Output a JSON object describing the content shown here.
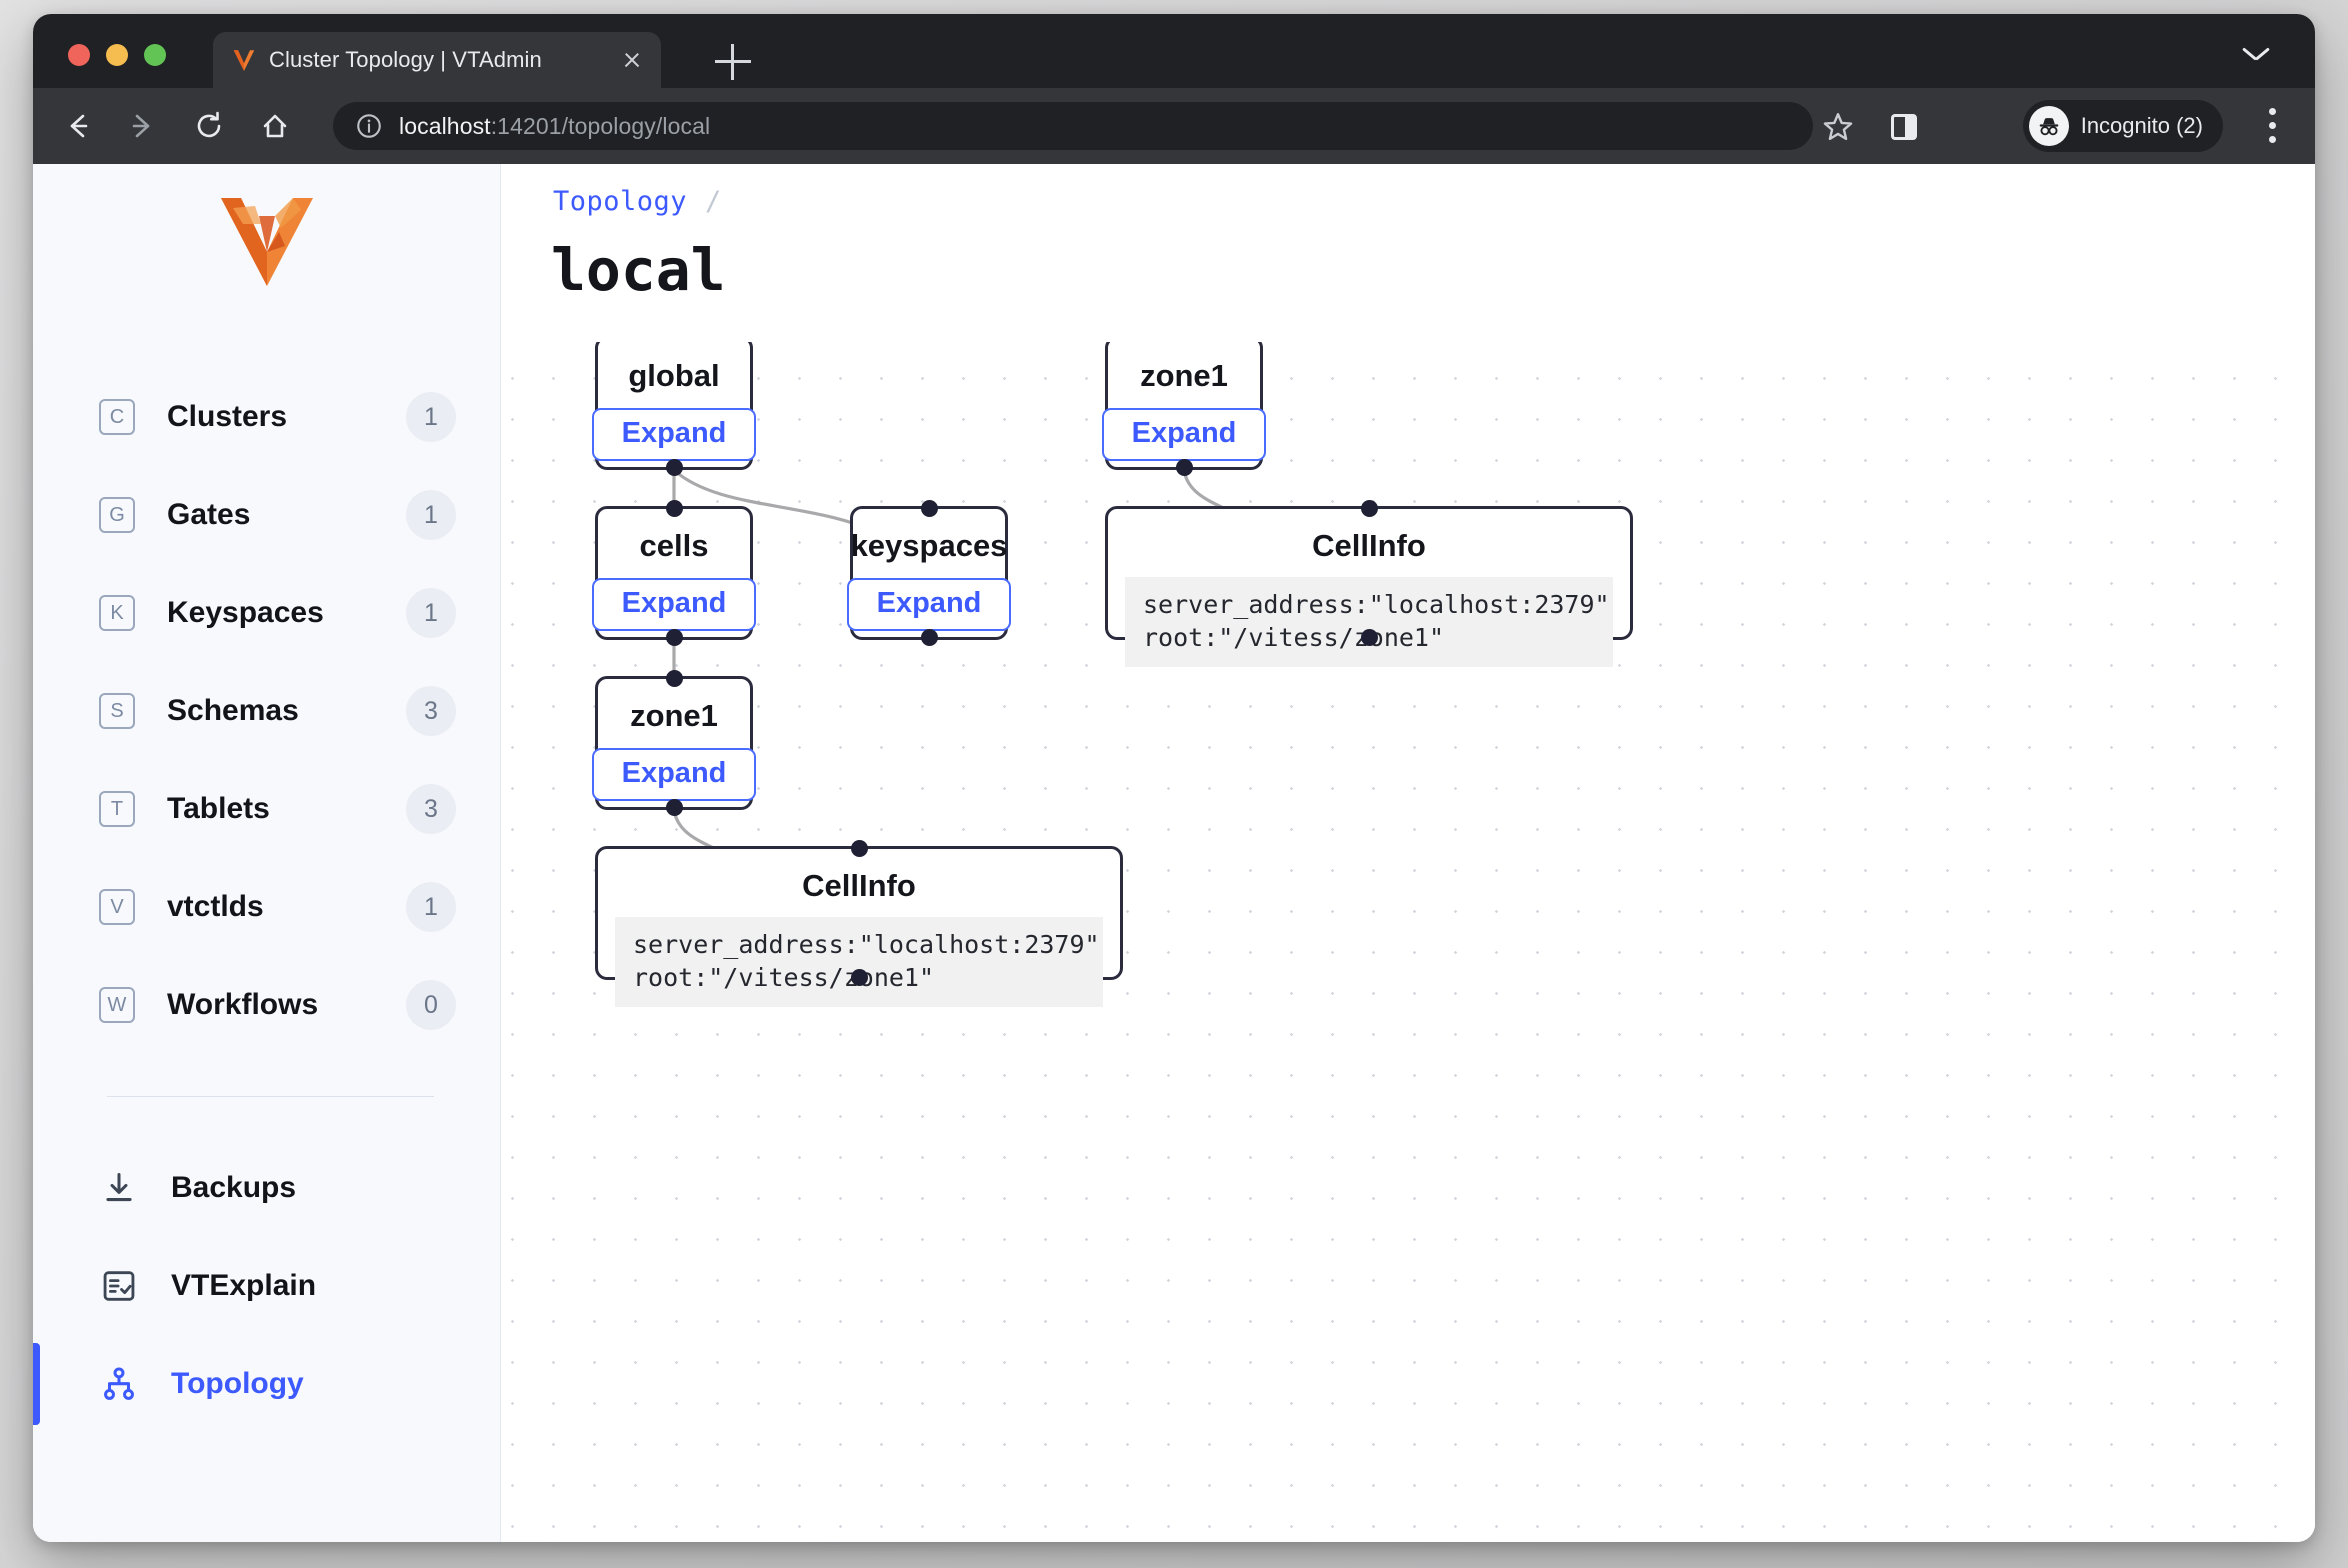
{
  "browser": {
    "tab": {
      "title": "Cluster Topology | VTAdmin",
      "favicon_icon": "vitess-v-logo-icon",
      "close_icon": "close-icon"
    },
    "new_tab_icon": "plus-icon",
    "tab_list_icon": "chevron-down-icon",
    "nav": {
      "back_icon": "arrow-left-icon",
      "forward_icon": "arrow-right-icon",
      "reload_icon": "reload-icon",
      "home_icon": "home-icon"
    },
    "omnibox": {
      "info_icon": "info-circle-icon",
      "url_host": "localhost",
      "url_path": ":14201/topology/local",
      "full_url": "localhost:14201/topology/local"
    },
    "bookmark_icon": "star-icon",
    "side_panel_icon": "side-panel-icon",
    "profile": {
      "label": "Incognito (2)",
      "avatar_icon": "incognito-icon"
    },
    "menu_icon": "kebab-menu-icon"
  },
  "sidebar": {
    "logo_icon": "vitess-logo-icon",
    "items": [
      {
        "key": "C",
        "label": "Clusters",
        "count": "1"
      },
      {
        "key": "G",
        "label": "Gates",
        "count": "1"
      },
      {
        "key": "K",
        "label": "Keyspaces",
        "count": "1"
      },
      {
        "key": "S",
        "label": "Schemas",
        "count": "3"
      },
      {
        "key": "T",
        "label": "Tablets",
        "count": "3"
      },
      {
        "key": "V",
        "label": "vtctlds",
        "count": "1"
      },
      {
        "key": "W",
        "label": "Workflows",
        "count": "0"
      }
    ],
    "secondary": [
      {
        "label": "Backups",
        "icon": "download-icon",
        "active": false
      },
      {
        "label": "VTExplain",
        "icon": "list-check-icon",
        "active": false
      },
      {
        "label": "Topology",
        "icon": "sitemap-icon",
        "active": true
      }
    ]
  },
  "main": {
    "breadcrumb": {
      "root": "Topology",
      "separator": "/"
    },
    "title": "local",
    "expand_label": "Expand",
    "nodes": [
      {
        "id": "global",
        "label": "global",
        "type": "expandable"
      },
      {
        "id": "cells",
        "label": "cells",
        "type": "expandable"
      },
      {
        "id": "keyspaces",
        "label": "keyspaces",
        "type": "expandable"
      },
      {
        "id": "zone1-left",
        "label": "zone1",
        "type": "expandable"
      },
      {
        "id": "zone1-right",
        "label": "zone1",
        "type": "expandable"
      },
      {
        "id": "cellinfo-left",
        "label": "CellInfo",
        "type": "info",
        "code": "server_address:\"localhost:2379\"\nroot:\"/vitess/zone1\""
      },
      {
        "id": "cellinfo-right",
        "label": "CellInfo",
        "type": "info",
        "code": "server_address:\"localhost:2379\"\nroot:\"/vitess/zone1\""
      }
    ],
    "edges": [
      {
        "from": "global",
        "to": "cells"
      },
      {
        "from": "global",
        "to": "keyspaces"
      },
      {
        "from": "cells",
        "to": "zone1-left"
      },
      {
        "from": "zone1-left",
        "to": "cellinfo-left"
      },
      {
        "from": "zone1-right",
        "to": "cellinfo-right"
      }
    ]
  },
  "colors": {
    "accent": "#3d5afe",
    "node_border": "#2a2b3d",
    "edge": "#a6a6a8",
    "sidebar_bg": "#f7f9fc",
    "brand_orange": "#e8701a"
  }
}
